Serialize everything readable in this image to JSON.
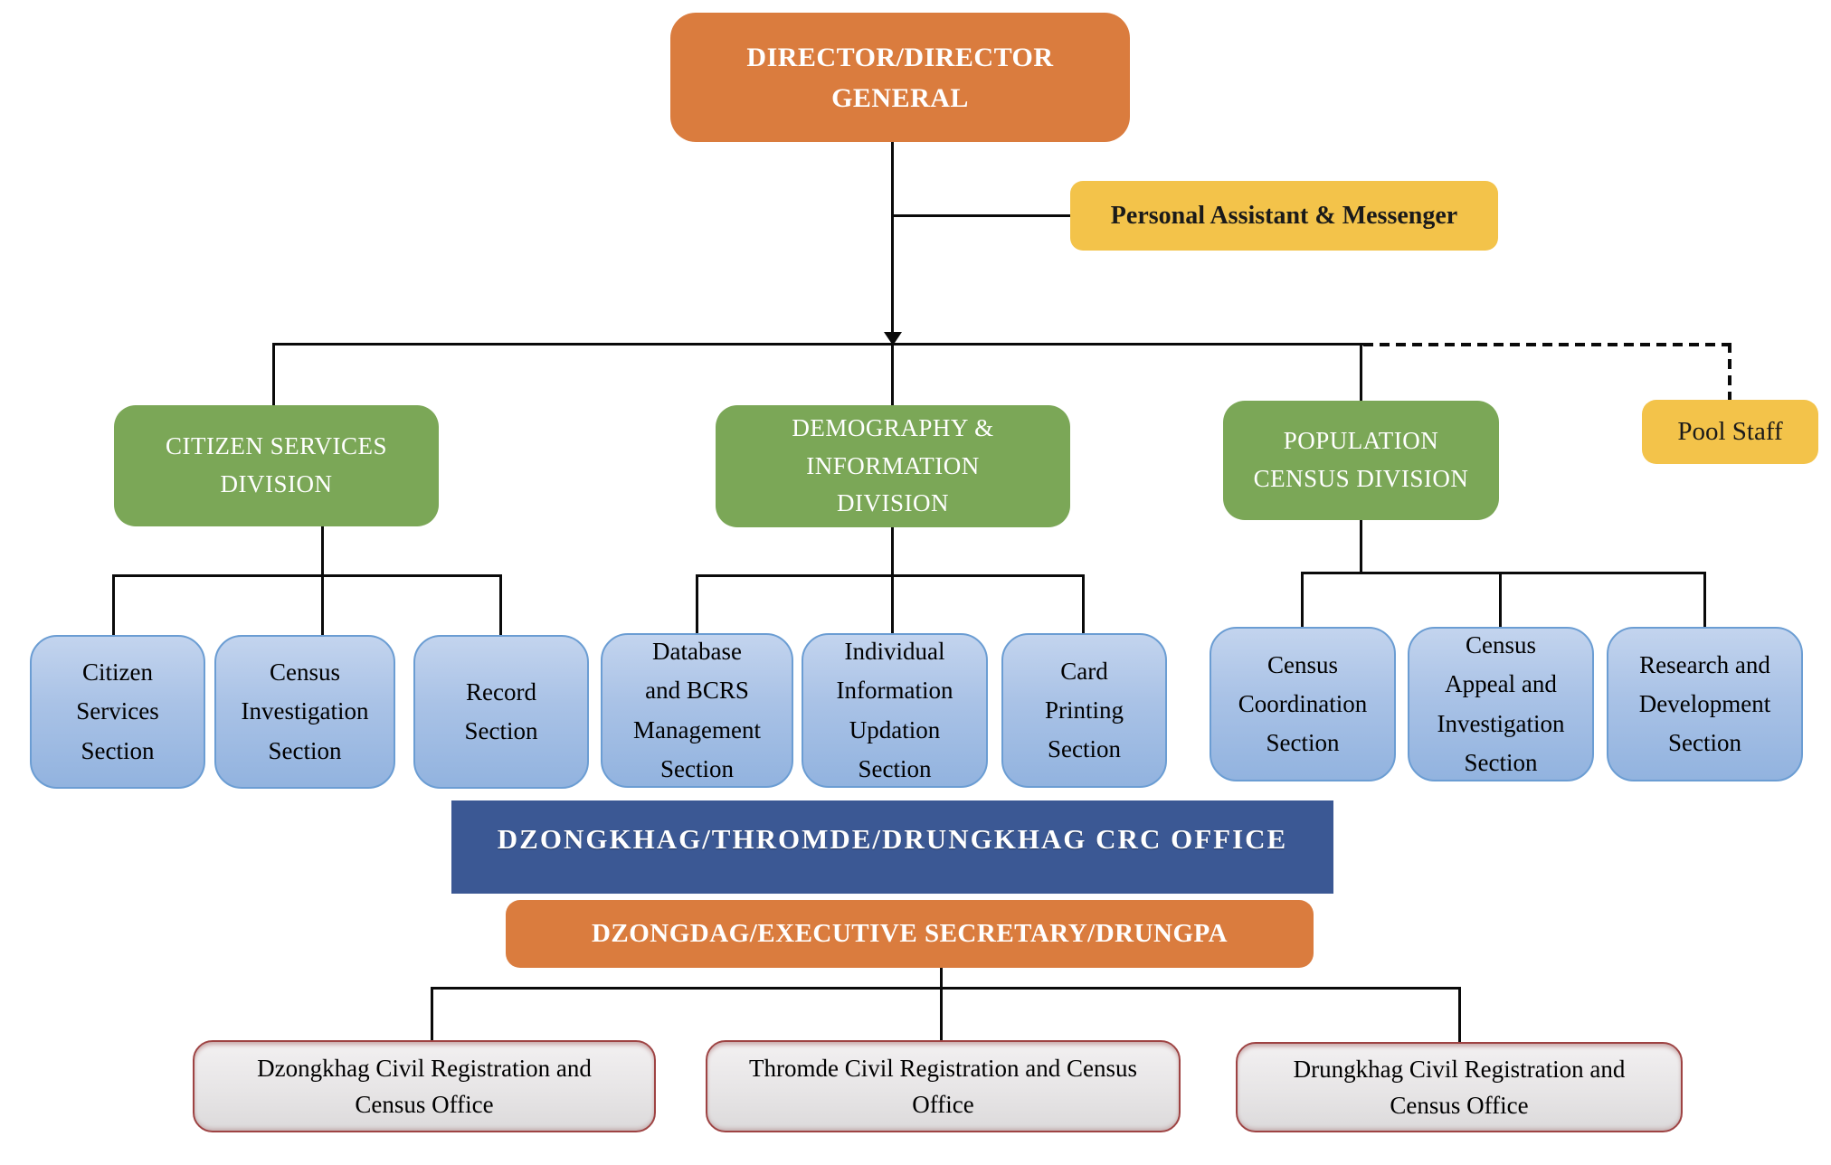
{
  "diagram_type": "organizational-chart",
  "colors": {
    "orange": "#DA7C3E",
    "gold": "#F3C34A",
    "green": "#7BA757",
    "blue_box_top": "#C3D4EE",
    "blue_box_bottom": "#92B3DF",
    "blue_box_border": "#6B9DD3",
    "navy": "#3B5894",
    "office_border_maroon": "#9E4343",
    "office_gray": "#E7E5E6",
    "line": "#0A0A0A"
  },
  "nodes": {
    "director": {
      "label": "DIRECTOR/DIRECTOR\nGENERAL"
    },
    "personal_assistant": {
      "label": "Personal Assistant & Messenger"
    },
    "pool_staff": {
      "label": "Pool Staff"
    },
    "divisions": [
      {
        "label": "CITIZEN SERVICES\nDIVISION",
        "sections": [
          {
            "label": "Citizen\nServices\nSection"
          },
          {
            "label": "Census\nInvestigation\nSection"
          },
          {
            "label": "Record\nSection"
          }
        ]
      },
      {
        "label": "DEMOGRAPHY &\nINFORMATION\nDIVISION",
        "sections": [
          {
            "label": "Database\nand BCRS\nManagement\nSection"
          },
          {
            "label": "Individual\nInformation\nUpdation\nSection"
          },
          {
            "label": "Card\nPrinting\nSection"
          }
        ]
      },
      {
        "label": "POPULATION\nCENSUS DIVISION",
        "sections": [
          {
            "label": "Census\nCoordination\nSection"
          },
          {
            "label": "Census\nAppeal and\nInvestigation\nSection"
          },
          {
            "label": "Research and\nDevelopment\nSection"
          }
        ]
      }
    ],
    "crc_office_banner": {
      "label": "DZONGKHAG/THROMDE/DRUNGKHAG CRC OFFICE"
    },
    "executive_banner": {
      "label": "DZONGDAG/EXECUTIVE SECRETARY/DRUNGPA"
    },
    "local_offices": [
      {
        "label": "Dzongkhag Civil Registration and\nCensus Office"
      },
      {
        "label": "Thromde Civil Registration and Census\nOffice"
      },
      {
        "label": "Drungkhag Civil Registration and\nCensus Office"
      }
    ]
  },
  "edges": [
    {
      "from": "Director/Director General",
      "to": "Personal Assistant & Messenger",
      "style": "solid"
    },
    {
      "from": "Director/Director General",
      "to": "Citizen Services Division",
      "style": "solid-arrow"
    },
    {
      "from": "Director/Director General",
      "to": "Demography & Information Division",
      "style": "solid-arrow"
    },
    {
      "from": "Director/Director General",
      "to": "Population Census Division",
      "style": "solid-arrow"
    },
    {
      "from": "Director/Director General",
      "to": "Pool Staff",
      "style": "dashed"
    },
    {
      "from": "Citizen Services Division",
      "to": "Citizen Services Section",
      "style": "solid"
    },
    {
      "from": "Citizen Services Division",
      "to": "Census Investigation Section",
      "style": "solid"
    },
    {
      "from": "Citizen Services Division",
      "to": "Record Section",
      "style": "solid"
    },
    {
      "from": "Demography & Information Division",
      "to": "Database and BCRS Management Section",
      "style": "solid"
    },
    {
      "from": "Demography & Information Division",
      "to": "Individual Information Updation Section",
      "style": "solid"
    },
    {
      "from": "Demography & Information Division",
      "to": "Card Printing Section",
      "style": "solid"
    },
    {
      "from": "Population Census Division",
      "to": "Census Coordination Section",
      "style": "solid"
    },
    {
      "from": "Population Census Division",
      "to": "Census Appeal and Investigation Section",
      "style": "solid"
    },
    {
      "from": "Population Census Division",
      "to": "Research and Development Section",
      "style": "solid"
    },
    {
      "from": "Dzongdag/Executive Secretary/Drungpa",
      "to": "Dzongkhag Civil Registration and Census Office",
      "style": "solid"
    },
    {
      "from": "Dzongdag/Executive Secretary/Drungpa",
      "to": "Thromde Civil Registration and Census Office",
      "style": "solid"
    },
    {
      "from": "Dzongdag/Executive Secretary/Drungpa",
      "to": "Drungkhag Civil Registration and Census Office",
      "style": "solid"
    }
  ]
}
